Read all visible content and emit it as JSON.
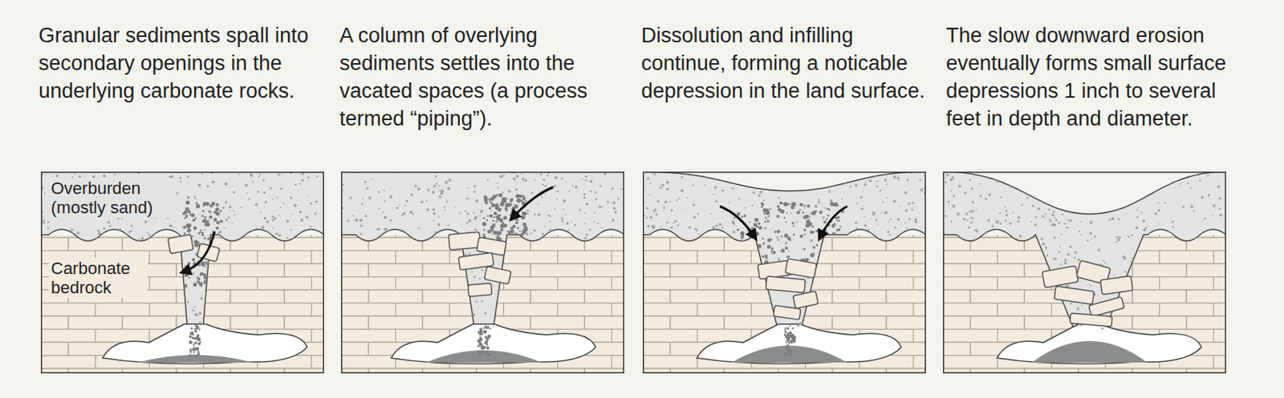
{
  "diagram": {
    "labels": [
      "Granular sediments spall into secondary openings in the underlying carbonate rocks.",
      "A column of overlying sediments settles into the vacated spaces (a process termed “piping”).",
      "Dissolution and infilling continue, forming a noticable depression in the land surface.",
      "The slow downward erosion eventually forms small surface depressions 1 inch to several feet in depth and diameter.",
      "Overburden (mostly sand)",
      "Carbonate bedrock"
    ]
  }
}
